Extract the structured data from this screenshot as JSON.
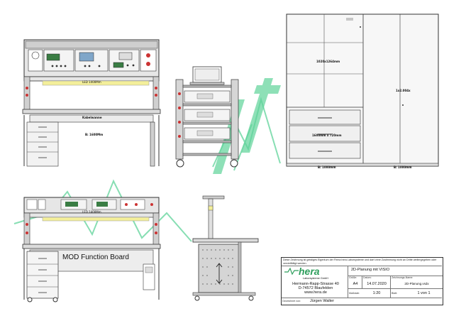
{
  "drawing": {
    "front_top": {
      "led_label": "LED 1400Mm",
      "cable_duct_label": "Kabelwanne",
      "width_label": "B: 1600Mm"
    },
    "cabinet": {
      "upper_label": "1020x1264mm",
      "lower_label": "1600mm x 720mm",
      "side_label": "1x2.004x",
      "dim_left": "B: 1000mm",
      "dim_right": "B: 1000mm"
    },
    "front_bottom": {
      "led_label": "LED 1400Mm",
      "board_label": "MOD Function Board"
    }
  },
  "title_block": {
    "notice": "Diese Zeichnung ist geistiges Eigentum der Firma hera Laborsysteme und darf ohne Zustimmung nicht an Dritte weitergegeben oder vervielfältigt werden.",
    "logo_text": "hera",
    "logo_subtitle": "Laborsysteme GmbH",
    "address_line1": "Hermann-Rapp-Strasse 40",
    "address_line2": "D-74572 Blaufelden",
    "address_line3": "www.hera.de",
    "drawn_by_label": "Gezeichnet von:",
    "drawn_by": "Jürgen Walter",
    "project_title": "2D-Planung mit VISIO",
    "size_label": "Größe:",
    "size": "A4",
    "date_label": "Datum:",
    "date": "14.07.2020",
    "drawing_name_label": "Zeichnungs-Name:",
    "drawing_name": "2D-Planung.vsdx",
    "scale_label": "Maßstab:",
    "scale": "1:20",
    "sheet_label": "Blatt:",
    "sheet": "1 von 1"
  },
  "colors": {
    "watermark": "#5fd39a",
    "lines": "#333333",
    "panel_fill": "#d9d9d9",
    "led": "#f4ef9a"
  }
}
